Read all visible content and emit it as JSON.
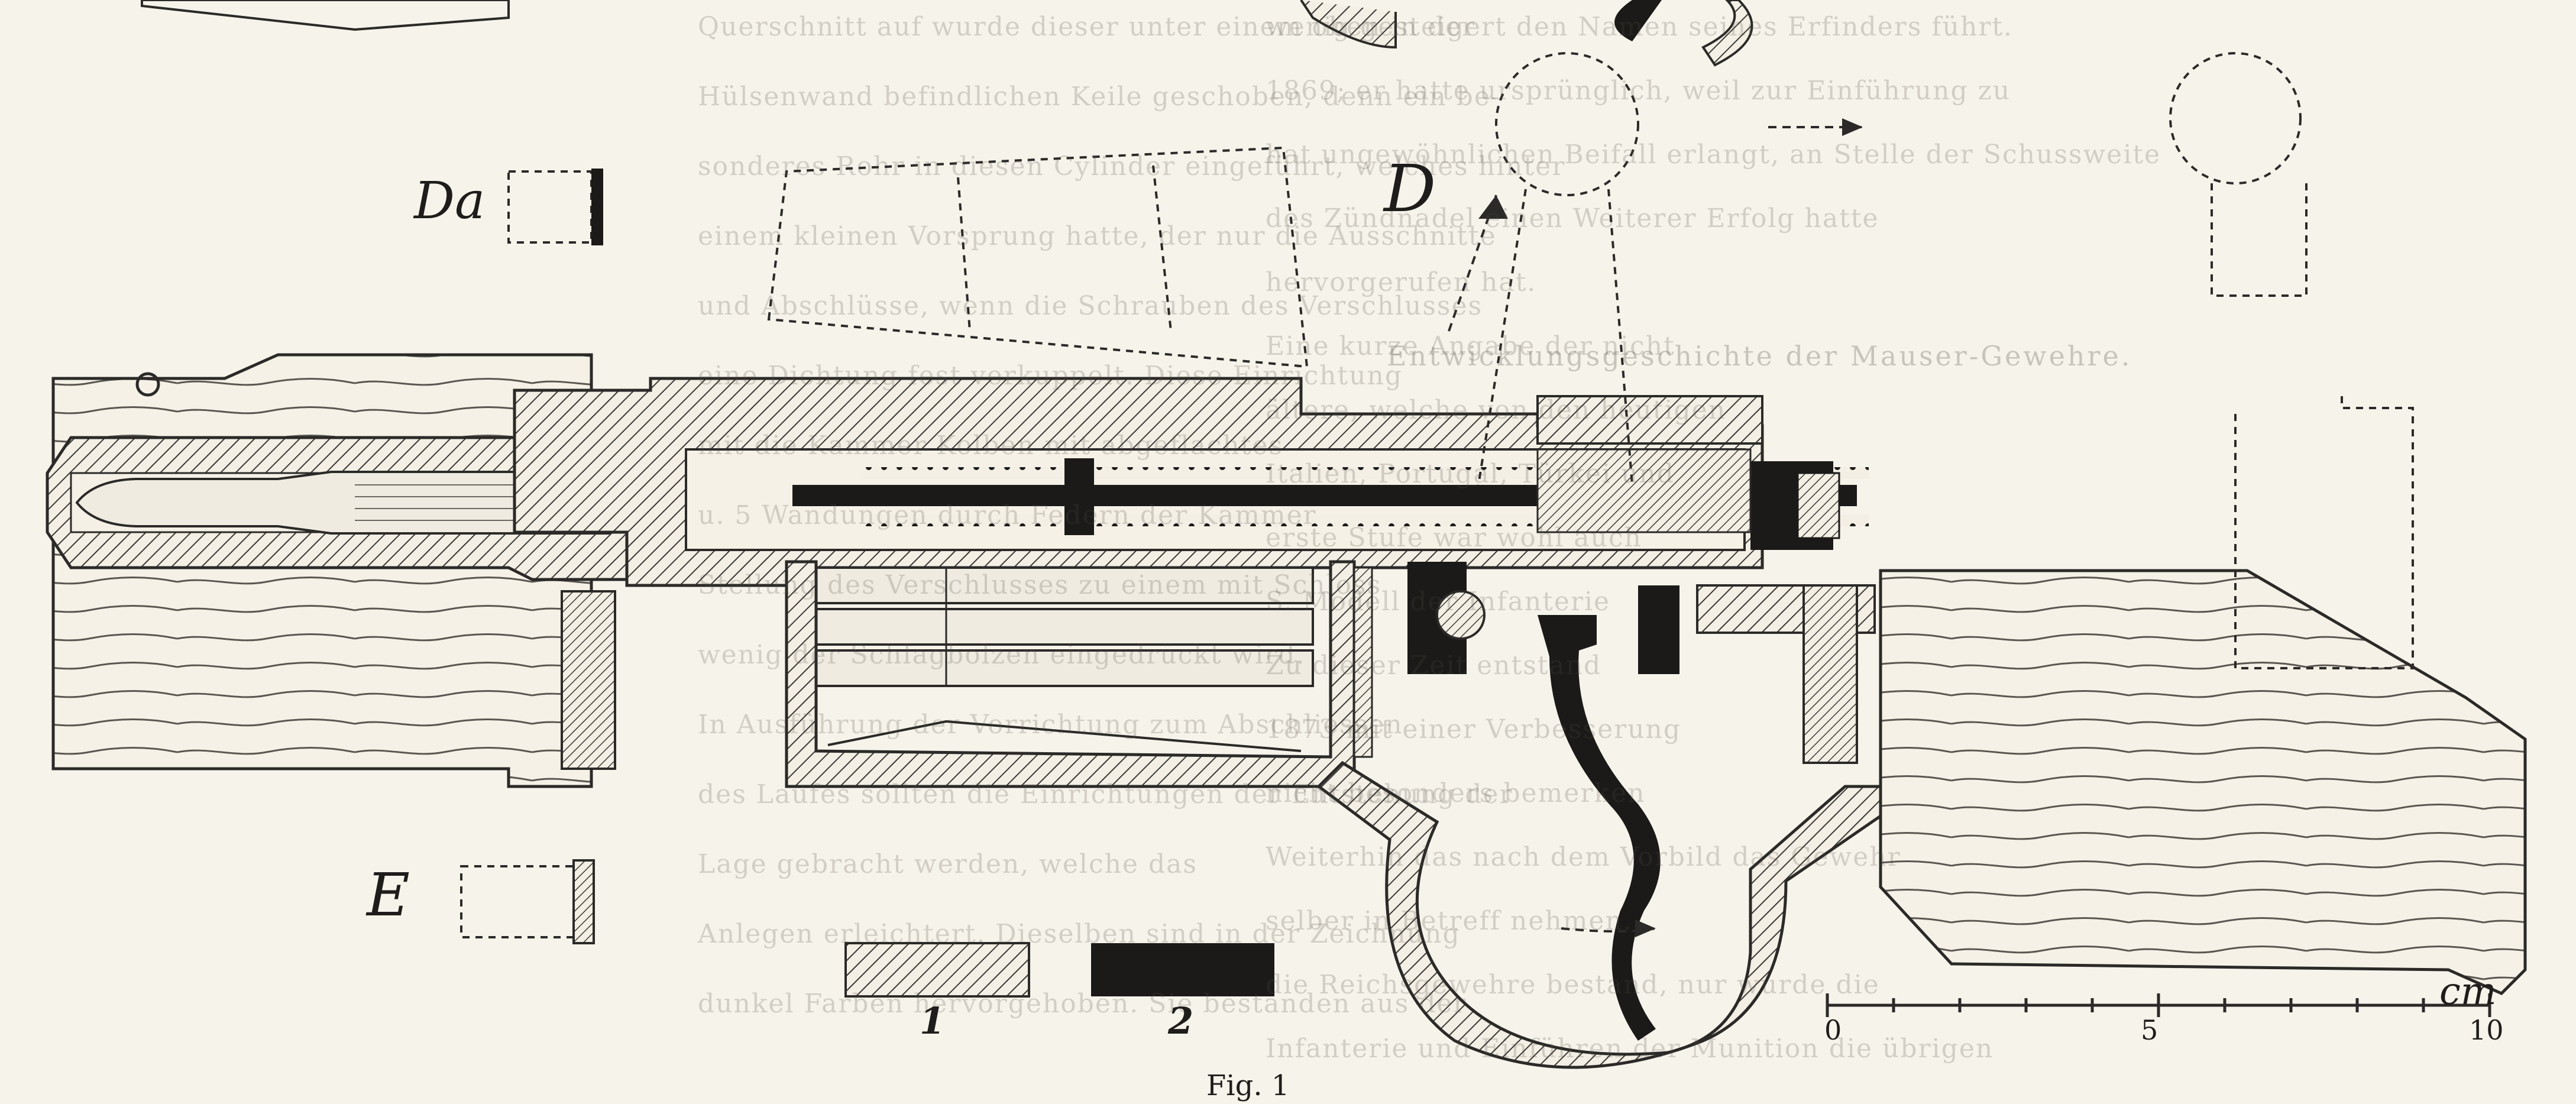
{
  "figure": {
    "caption": "Fig. 1",
    "legend": {
      "key1": "1",
      "key2": "2"
    },
    "labels": {
      "da": "Da",
      "d": "D",
      "e": "E"
    },
    "scale": {
      "unit": "cm",
      "ticks": [
        "0",
        "5",
        "10"
      ]
    }
  },
  "background_text": {
    "heading": "Entwicklungsgeschichte der Mauser-Gewehre.",
    "lines_left": [
      "Querschnitt auf wurde dieser unter einem oben in der",
      "Hülsenwand befindlichen Keile geschoben, denn ein be-",
      "sonderes Rohr in diesen Cylinder eingeführt, welches hinter",
      "einem kleinen Vorsprung hatte, der nur die Ausschnitte",
      "und Abschlüsse, wenn die Schrauben des Verschlusses",
      "eine Dichtung fest verkuppelt. Diese Einrichtung",
      "mit die Kammer Kolben mit abgeflachtes",
      "u. 5 Wandungen durch Federn der Kammer",
      "Stellung des Verschlusses zu einem mit Schloss",
      "wenig der Schlagbolzen eingedrückt wird.",
      "In Ausführung der Vorrichtung zum Abschliessen",
      "des Laufes sollten die Einrichtungen der Entstehung der",
      "Lage gebracht werden, welche das",
      "Anlegen erleichtert. Dieselben sind in der Zeichnung",
      "dunkel Farben hervorgehoben. Sie bestanden aus der"
    ],
    "lines_right": [
      "wenig gesteigert den Namen seines Erfinders führt.",
      "1869; er hatte ursprünglich, weil zur Einführung zu",
      "hat ungewöhnlichen Beifall erlangt, an Stelle der Schussweite",
      "des Zündnadel einen Weiterer Erfolg hatte",
      "hervorgerufen hat.",
      "Eine kurze Angabe der nicht",
      "ältere, welche von den heutigen",
      "Italien, Portugal, Türkei und",
      "erste Stufe war wohl auch",
      "S. Modell der Infanterie",
      "Zu dieser Zeit entstand",
      "1873 mit einer Verbesserung",
      "nicht besonders bemerken",
      "Weiterhin das nach dem Vorbild das Gewehr",
      "selber in Betreff nehmen.",
      "die Reichsgewehre bestand, nur wurde die",
      "Infanterie und Einführen der Munition die übrigen"
    ]
  },
  "colors": {
    "paper": "#f6f3ea",
    "ink": "#1e1d1b",
    "hatch": "#3a3835",
    "solid_parts": "#1b1a19"
  }
}
